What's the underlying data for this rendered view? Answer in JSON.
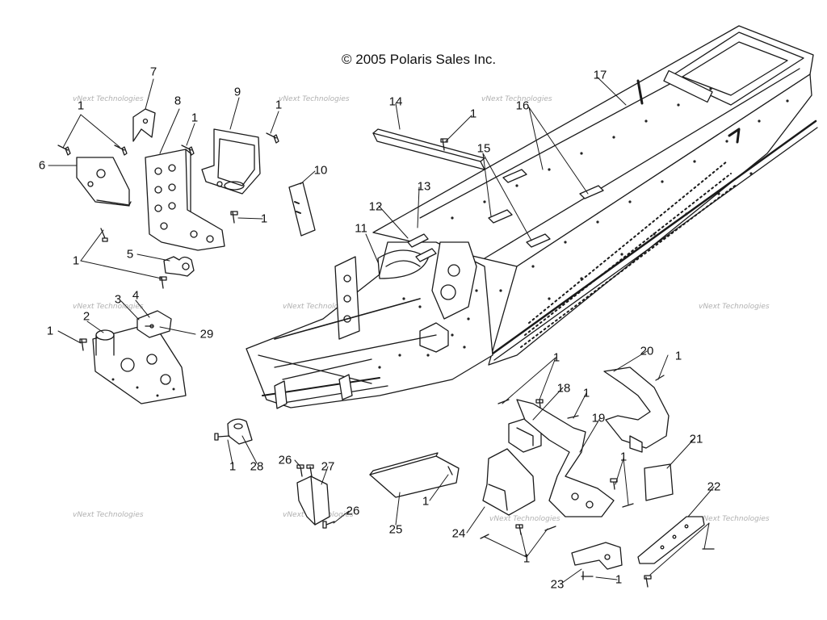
{
  "copyright": "© 2005 Polaris Sales Inc.",
  "watermark": "vNext Technologies",
  "labels": {
    "p1": "1",
    "p2": "2",
    "p3": "3",
    "p4": "4",
    "p5": "5",
    "p6": "6",
    "p7": "7",
    "p8": "8",
    "p9": "9",
    "p10": "10",
    "p11": "11",
    "p12": "12",
    "p13": "13",
    "p14": "14",
    "p15": "15",
    "p16": "16",
    "p17": "17",
    "p18": "18",
    "p19": "19",
    "p20": "20",
    "p21": "21",
    "p22": "22",
    "p23": "23",
    "p24": "24",
    "p25": "25",
    "p26": "26",
    "p27": "27",
    "p28": "28",
    "p29": "29"
  },
  "colors": {
    "line": "#1a1a1a",
    "fill": "#ffffff",
    "hole": "#222222"
  }
}
